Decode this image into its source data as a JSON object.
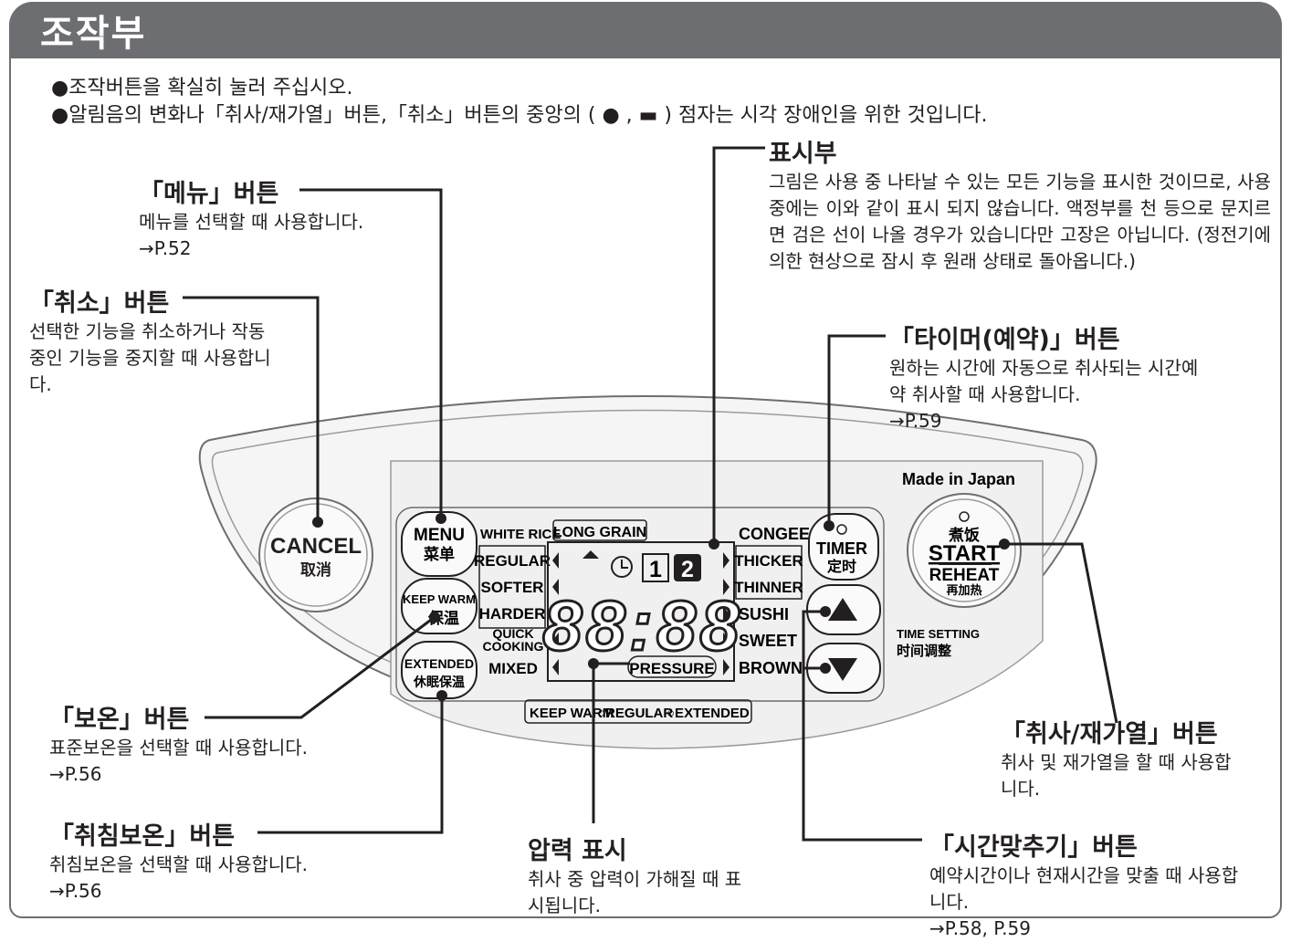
{
  "section": {
    "title": "조작부"
  },
  "notes": [
    "●조작버튼을 확실히 눌러 주십시오.",
    "●알림음의 변화나「취사/재가열」버튼,「취소」버튼의 중앙의 ( ● , ▬ ) 점자는 시각 장애인을 위한 것입니다."
  ],
  "callouts": {
    "menu": {
      "title": "「메뉴」버튼",
      "desc": "메뉴를 선택할 때 사용합니다.",
      "ref": "→P.52"
    },
    "cancel": {
      "title": "「취소」버튼",
      "desc": "선택한 기능을 취소하거나 작동 중인 기능을 중지할 때 사용합니다."
    },
    "display": {
      "title": "표시부",
      "desc": "그림은 사용 중 나타날 수 있는 모든 기능을 표시한 것이므로, 사용 중에는 이와 같이 표시 되지 않습니다. 액정부를 천 등으로 문지르면 검은 선이 나올 경우가 있습니다만 고장은 아닙니다. (정전기에 의한 현상으로 잠시 후 원래 상태로 돌아옵니다.)"
    },
    "timer": {
      "title": "「타이머(예약)」버튼",
      "desc": "원하는 시간에 자동으로 취사되는 시간예약 취사할 때 사용합니다.",
      "ref": "→P.59"
    },
    "keepwarm": {
      "title": "「보온」버튼",
      "desc": "표준보온을 선택할 때 사용합니다.",
      "ref": "→P.56"
    },
    "extended": {
      "title": "「취침보온」버튼",
      "desc": "취침보온을 선택할 때 사용합니다.",
      "ref": "→P.56"
    },
    "pressure": {
      "title": "압력 표시",
      "desc": "취사 중 압력이 가해질 때 표시됩니다."
    },
    "start": {
      "title": "「취사/재가열」버튼",
      "desc": "취사 및 재가열을 할 때 사용합니다."
    },
    "timeset": {
      "title": "「시간맞추기」버튼",
      "desc": "예약시간이나 현재시간을 맞출 때 사용합니다.",
      "ref": "→P.58, P.59"
    }
  },
  "panel": {
    "made_in": "Made in Japan",
    "cancel_btn": {
      "en": "CANCEL",
      "cn": "取消"
    },
    "menu_btn": {
      "en": "MENU",
      "cn": "菜单"
    },
    "keepwarm_btn": {
      "en": "KEEP WARM",
      "cn": "保温"
    },
    "extended_btn": {
      "en": "EXTENDED",
      "cn": "休眠保温"
    },
    "timer_btn": {
      "en": "TIMER",
      "cn": "定时"
    },
    "start_btn": {
      "top_cn": "煮饭",
      "en": "START",
      "en2": "REHEAT",
      "cn": "再加热"
    },
    "time_setting": {
      "en": "TIME SETTING",
      "cn": "时间调整"
    },
    "menu_left": [
      "WHITE RICE",
      "REGULAR",
      "SOFTER",
      "HARDER",
      "QUICK",
      "COOKING",
      "MIXED"
    ],
    "long_grain": "LONG GRAIN",
    "menu_right": [
      "CONGEE",
      "THICKER",
      "THINNER",
      "SUSHI",
      "SWEET",
      "BROWN"
    ],
    "lcd_digits": "88:88",
    "timer_num1": "1",
    "timer_num2": "2",
    "pressure_label": "PRESSURE",
    "keep_warm_bar": {
      "label": "KEEP WARM",
      "regular": "○REGULAR",
      "extended": "○EXTENDED"
    }
  }
}
